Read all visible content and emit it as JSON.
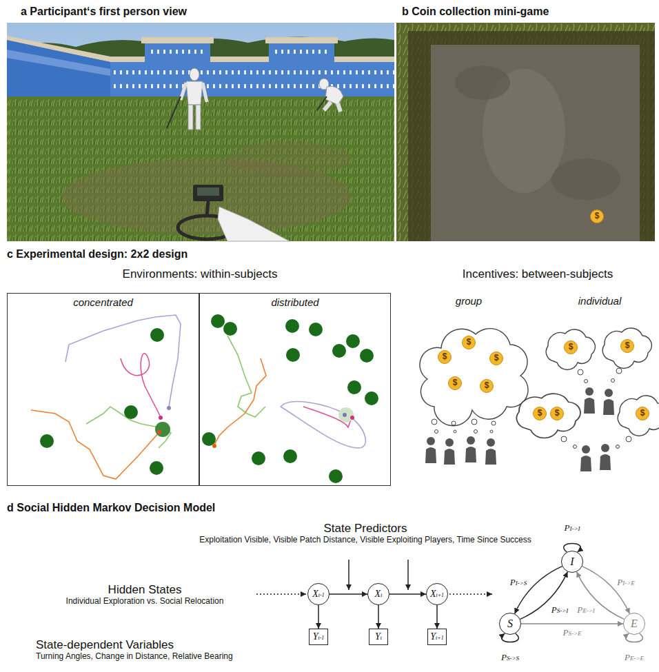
{
  "diagram": {
    "nodes": [
      {
        "text": [
          "$"
        ]
      },
      {
        "text": [
          "concentrated"
        ]
      },
      {
        "text": [
          "distributed"
        ]
      },
      {
        "text": [
          "$"
        ]
      },
      {
        "text": [
          "$"
        ]
      },
      {
        "text": [
          "$"
        ]
      },
      {
        "text": [
          "$"
        ]
      },
      {
        "text": [
          "$"
        ]
      },
      {
        "text": [
          "$"
        ]
      },
      {
        "text": [
          "$"
        ]
      },
      {
        "text": [
          "$"
        ]
      },
      {
        "text": [
          "$"
        ]
      },
      {
        "text": [
          "$"
        ]
      },
      {
        "text": [
          "Xt-1"
        ]
      },
      {
        "text": [
          "Xt"
        ]
      },
      {
        "text": [
          "Xt+1"
        ]
      },
      {
        "text": [
          "Yt-1"
        ]
      },
      {
        "text": [
          "Yt"
        ]
      },
      {
        "text": [
          "Yt+1"
        ]
      },
      {
        "text": [
          "I"
        ]
      },
      {
        "text": [
          "S"
        ]
      },
      {
        "text": [
          "E"
        ]
      }
    ],
    "edges": [
      {
        "from": 13,
        "to": 14,
        "arrow": "to"
      },
      {
        "from": 14,
        "to": 15,
        "arrow": "to"
      },
      {
        "from": 13,
        "to": 16,
        "arrow": "to"
      },
      {
        "from": 14,
        "to": 17,
        "arrow": "to"
      },
      {
        "from": 15,
        "to": 18,
        "arrow": "to"
      },
      {
        "from": 19,
        "to": 19,
        "arrow": "to",
        "label": "PI->I"
      },
      {
        "from": 19,
        "to": 20,
        "arrow": "to",
        "label": "PI->S"
      },
      {
        "from": 20,
        "to": 19,
        "arrow": "to",
        "label": "PS->I"
      },
      {
        "from": 19,
        "to": 21,
        "arrow": "to",
        "label": "PI->E"
      },
      {
        "from": 21,
        "to": 19,
        "arrow": "to",
        "label": "PE->I"
      },
      {
        "from": 20,
        "to": 20,
        "arrow": "to",
        "label": "PS->S"
      },
      {
        "from": 20,
        "to": 21,
        "arrow": "to",
        "label": "PS->E"
      },
      {
        "from": 21,
        "to": 21,
        "arrow": "to",
        "label": "PE->E"
      }
    ],
    "labels": [
      "a Participant‘s first person view",
      "b Coin collection mini-game",
      "c Experimental design: 2x2 design",
      "Environments: within-subjects",
      "Incentives: between-subjects",
      "group",
      "individual",
      "d Social Hidden Markov Decision Model",
      "State Predictors",
      "Exploitation Visible, Visible Patch Distance, Visible Exploiting Players, Time Since Success",
      "Hidden States",
      "Individual Exploration vs. Social Relocation",
      "State-dependent Variables",
      "Turning Angles, Change in Distance, Relative Bearing"
    ]
  }
}
